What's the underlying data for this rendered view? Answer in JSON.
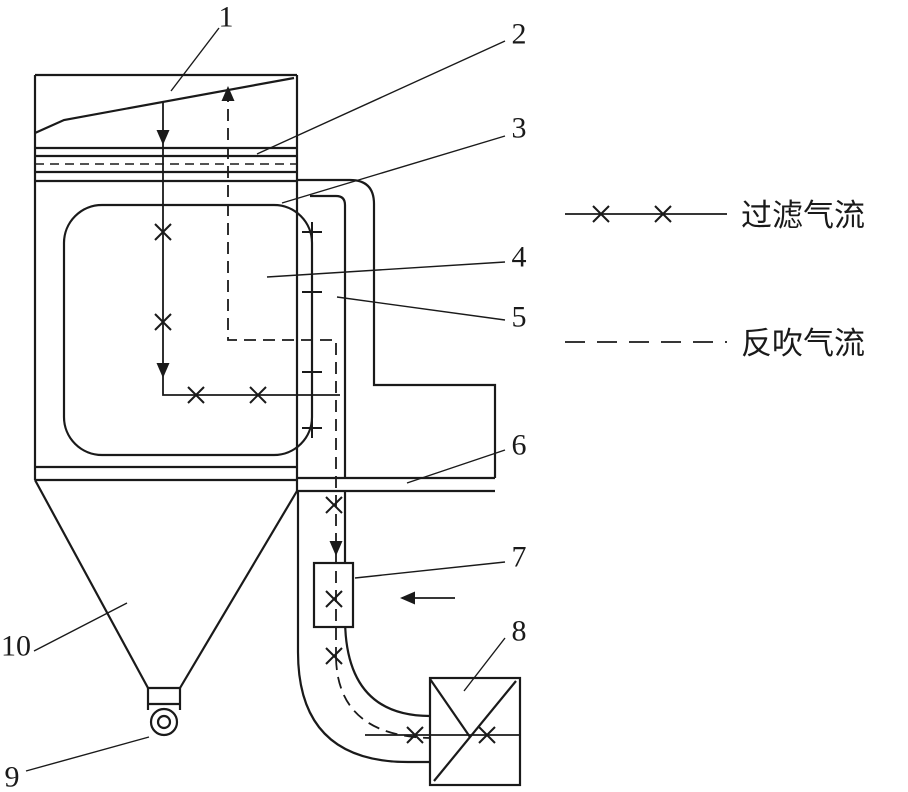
{
  "diagram": {
    "title_hint": "reverse-blow baghouse filter schematic",
    "callouts": [
      "1",
      "2",
      "3",
      "4",
      "5",
      "6",
      "7",
      "8",
      "9",
      "10"
    ],
    "legend": {
      "filter_flow_label": "过滤气流",
      "reverse_flow_label": "反吹气流"
    }
  },
  "colors": {
    "ink": "#1a1a1a",
    "background": "#ffffff"
  }
}
